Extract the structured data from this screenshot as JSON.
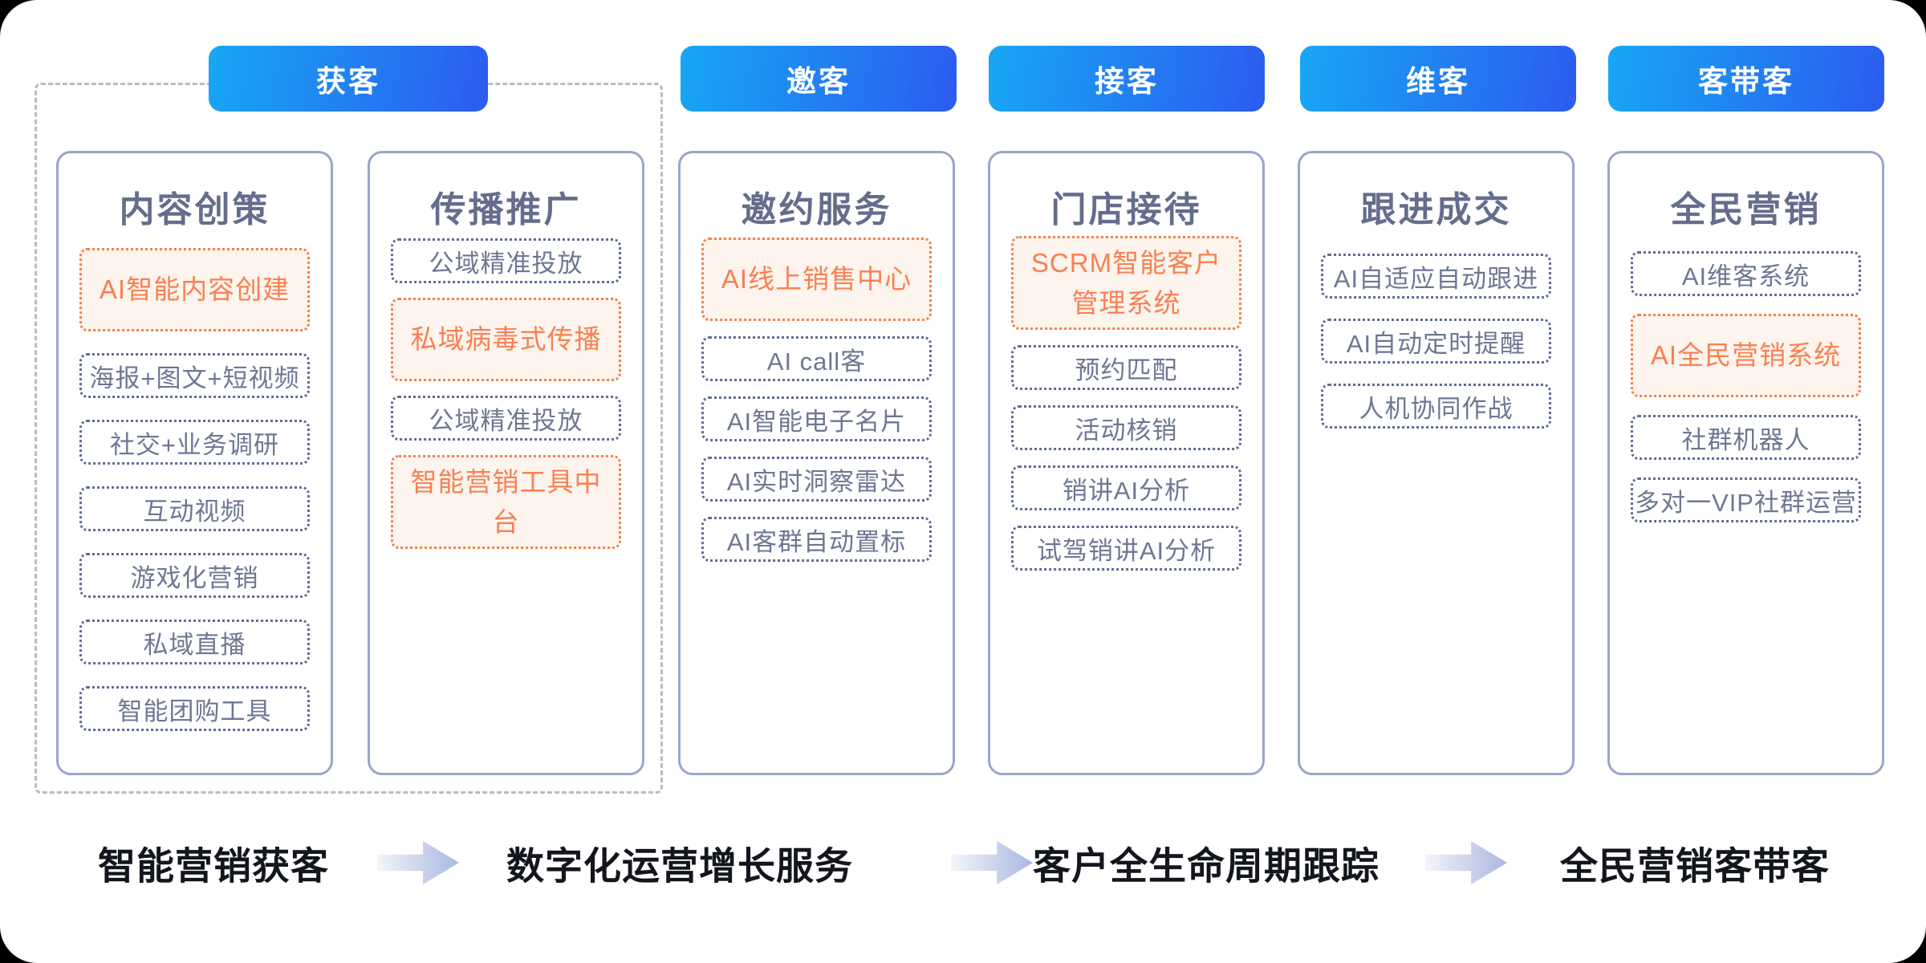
{
  "stages": [
    {
      "label": "获客"
    },
    {
      "label": "邀客"
    },
    {
      "label": "接客"
    },
    {
      "label": "维客"
    },
    {
      "label": "客带客"
    }
  ],
  "columns": [
    {
      "title": "内容创策",
      "items": [
        {
          "label": "AI智能内容创建",
          "highlight": true
        },
        {
          "label": "海报+图文+短视频",
          "highlight": false
        },
        {
          "label": "社交+业务调研",
          "highlight": false
        },
        {
          "label": "互动视频",
          "highlight": false
        },
        {
          "label": "游戏化营销",
          "highlight": false
        },
        {
          "label": "私域直播",
          "highlight": false
        },
        {
          "label": "智能团购工具",
          "highlight": false
        }
      ]
    },
    {
      "title": "传播推广",
      "items": [
        {
          "label": "公域精准投放",
          "highlight": false
        },
        {
          "label": "私域病毒式传播",
          "highlight": true
        },
        {
          "label": "公域精准投放",
          "highlight": false
        },
        {
          "label": "智能营销工具中台",
          "highlight": true
        }
      ]
    },
    {
      "title": "邀约服务",
      "items": [
        {
          "label": "AI线上销售中心",
          "highlight": true
        },
        {
          "label": "AI call客",
          "highlight": false
        },
        {
          "label": "AI智能电子名片",
          "highlight": false
        },
        {
          "label": "AI实时洞察雷达",
          "highlight": false
        },
        {
          "label": "AI客群自动置标",
          "highlight": false
        }
      ]
    },
    {
      "title": "门店接待",
      "items": [
        {
          "label": "SCRM智能客户管理系统",
          "highlight": true
        },
        {
          "label": "预约匹配",
          "highlight": false
        },
        {
          "label": "活动核销",
          "highlight": false
        },
        {
          "label": "销讲AI分析",
          "highlight": false
        },
        {
          "label": "试驾销讲AI分析",
          "highlight": false
        }
      ]
    },
    {
      "title": "跟进成交",
      "items": [
        {
          "label": "AI自适应自动跟进",
          "highlight": false
        },
        {
          "label": "AI自动定时提醒",
          "highlight": false
        },
        {
          "label": "人机协同作战",
          "highlight": false
        }
      ]
    },
    {
      "title": "全民营销",
      "items": [
        {
          "label": "AI维客系统",
          "highlight": false
        },
        {
          "label": "AI全民营销系统",
          "highlight": true
        },
        {
          "label": "社群机器人",
          "highlight": false
        },
        {
          "label": "多对一VIP社群运营",
          "highlight": false
        }
      ]
    }
  ],
  "flow": {
    "steps": [
      "智能营销获客",
      "数字化运营增长服务",
      "客户全生命周期跟踪",
      "全民营销客带客"
    ],
    "arrow_icon": "right-arrow-icon"
  },
  "colors": {
    "stage_pill_gradient_start": "#17a7f4",
    "stage_pill_gradient_end": "#2c5bf0",
    "card_border": "#9aa5c9",
    "card_title_text": "#646d8c",
    "item_border_blue": "#5f6b99",
    "item_text_blue": "#6e7793",
    "item_border_orange": "#f2814e",
    "item_text_orange": "#f88053",
    "item_bg_orange": "#fdf4ed",
    "dashed_group_border": "#b9bcc5",
    "flow_text": "#14161e",
    "flow_arrow_gradient_start": "#f3f5fb",
    "flow_arrow_gradient_end": "#aab7e0",
    "page_background": "#000000",
    "board_background": "#ffffff"
  }
}
